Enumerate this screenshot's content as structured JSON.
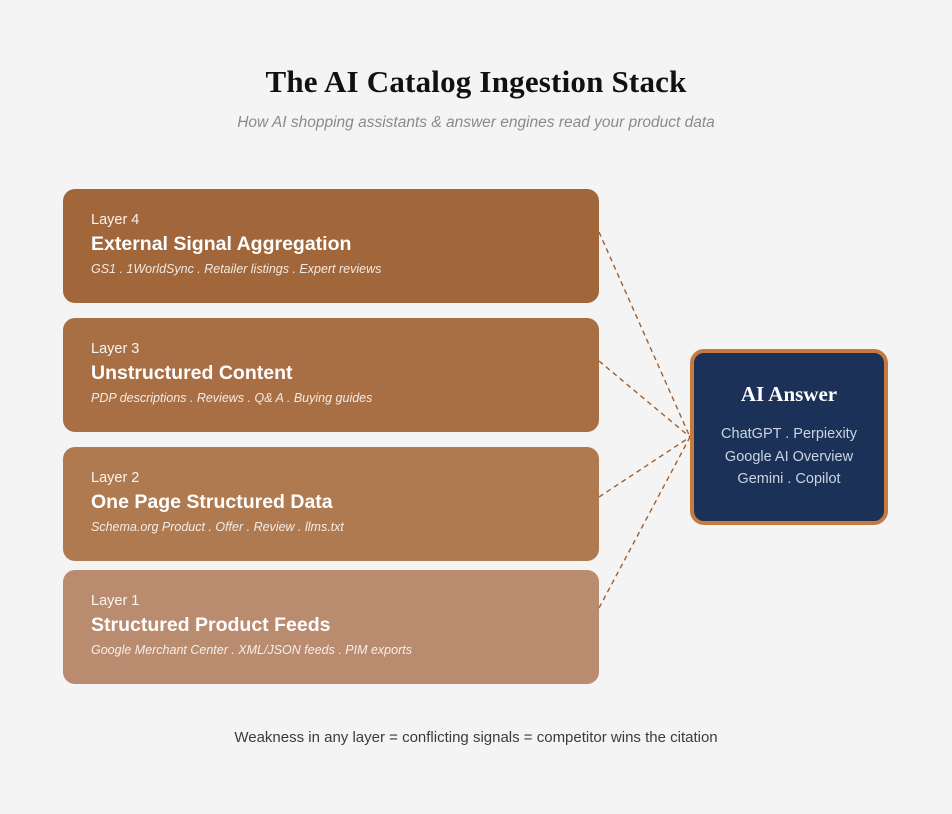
{
  "header": {
    "title": "The AI Catalog Ingestion Stack",
    "subtitle": "How AI shopping assistants & answer engines read your product data"
  },
  "layers": [
    {
      "kicker": "Layer 4",
      "title": "External Signal Aggregation",
      "items": "GS1 . 1WorldSync . Retailer listings . Expert reviews",
      "color": "#a1663a"
    },
    {
      "kicker": "Layer 3",
      "title": "Unstructured Content",
      "items": "PDP descriptions . Reviews . Q& A . Buying guides",
      "color": "#a96f44"
    },
    {
      "kicker": "Layer 2",
      "title": "One Page Structured Data",
      "items": "Schema.org Product . Offer . Review . llms.txt",
      "color": "#b07a50"
    },
    {
      "kicker": "Layer 1",
      "title": "Structured Product Feeds",
      "items": "Google Merchant Center . XML/JSON feeds . PIM exports",
      "color": "#b98b6f"
    }
  ],
  "ai_answer": {
    "heading": "AI Answer",
    "engine_lines": [
      "ChatGPT . Perpiexity",
      "Google AI Overview",
      "Gemini . Copilot"
    ],
    "fill_color": "#1b3158",
    "border_color": "#c47a40"
  },
  "connectors": {
    "color": "#a35f2c",
    "style": "dashed"
  },
  "footer": {
    "note": "Weakness in any layer = conflicting signals = competitor wins the citation"
  },
  "canvas": {
    "background_color": "#f4f4f4"
  }
}
